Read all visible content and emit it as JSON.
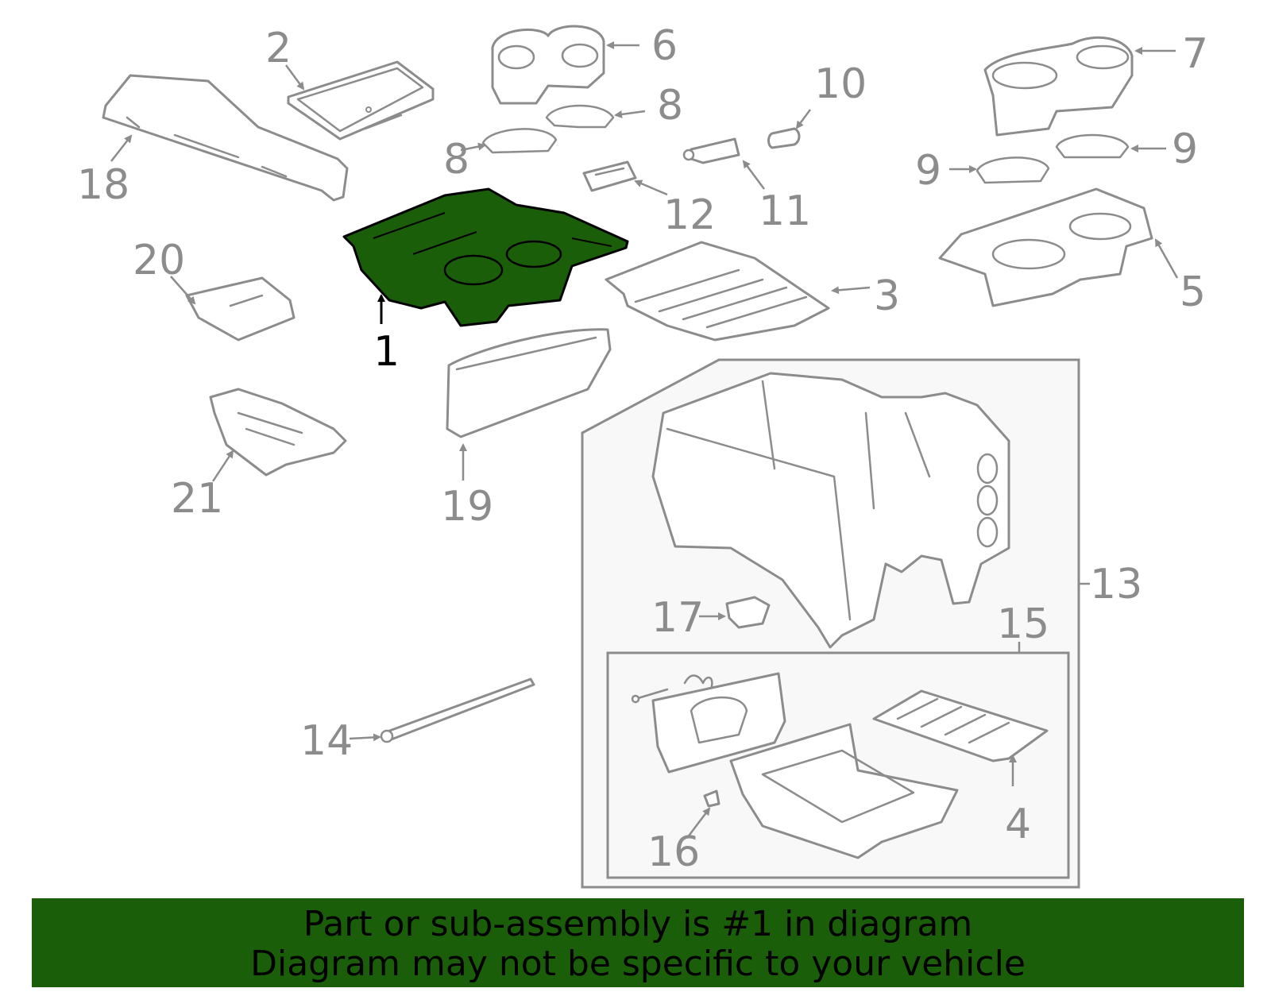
{
  "colors": {
    "highlight": "#1a5e0a",
    "banner": "#1a5e0a",
    "part_stroke": "#8c8c8c",
    "active_label": "#000000"
  },
  "callouts": [
    "1",
    "2",
    "3",
    "4",
    "5",
    "6",
    "7",
    "8",
    "8",
    "9",
    "9",
    "10",
    "11",
    "12",
    "13",
    "14",
    "15",
    "16",
    "17",
    "18",
    "19",
    "20",
    "21"
  ],
  "banner": {
    "line1": "Part or sub-assembly is #1 in diagram",
    "line2": "Diagram may not be specific to your vehicle"
  }
}
